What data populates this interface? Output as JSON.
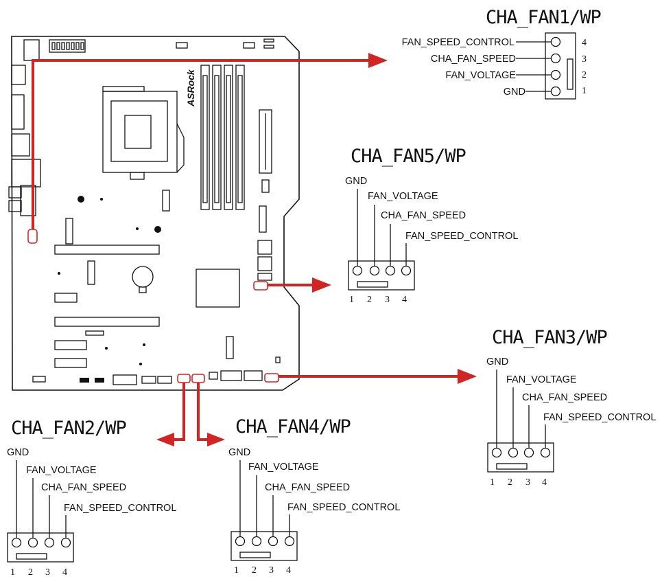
{
  "board": {
    "brand": "ASRock"
  },
  "connectors": {
    "cha_fan1": {
      "title": "CHA_FAN1/WP",
      "pins": [
        {
          "label": "FAN_SPEED_CONTROL",
          "number": "4"
        },
        {
          "label": "CHA_FAN_SPEED",
          "number": "3"
        },
        {
          "label": "FAN_VOLTAGE",
          "number": "2"
        },
        {
          "label": "GND",
          "number": "1"
        }
      ]
    },
    "cha_fan5": {
      "title": "CHA_FAN5/WP",
      "pins": [
        {
          "label": "GND",
          "number": "1"
        },
        {
          "label": "FAN_VOLTAGE",
          "number": "2"
        },
        {
          "label": "CHA_FAN_SPEED",
          "number": "3"
        },
        {
          "label": "FAN_SPEED_CONTROL",
          "number": "4"
        }
      ]
    },
    "cha_fan3": {
      "title": "CHA_FAN3/WP",
      "pins": [
        {
          "label": "GND",
          "number": "1"
        },
        {
          "label": "FAN_VOLTAGE",
          "number": "2"
        },
        {
          "label": "CHA_FAN_SPEED",
          "number": "3"
        },
        {
          "label": "FAN_SPEED_CONTROL",
          "number": "4"
        }
      ]
    },
    "cha_fan2": {
      "title": "CHA_FAN2/WP",
      "pins": [
        {
          "label": "GND",
          "number": "1"
        },
        {
          "label": "FAN_VOLTAGE",
          "number": "2"
        },
        {
          "label": "CHA_FAN_SPEED",
          "number": "3"
        },
        {
          "label": "FAN_SPEED_CONTROL",
          "number": "4"
        }
      ]
    },
    "cha_fan4": {
      "title": "CHA_FAN4/WP",
      "pins": [
        {
          "label": "GND",
          "number": "1"
        },
        {
          "label": "FAN_VOLTAGE",
          "number": "2"
        },
        {
          "label": "CHA_FAN_SPEED",
          "number": "3"
        },
        {
          "label": "FAN_SPEED_CONTROL",
          "number": "4"
        }
      ]
    }
  },
  "colors": {
    "arrow": "#d32424",
    "line": "#111111"
  }
}
